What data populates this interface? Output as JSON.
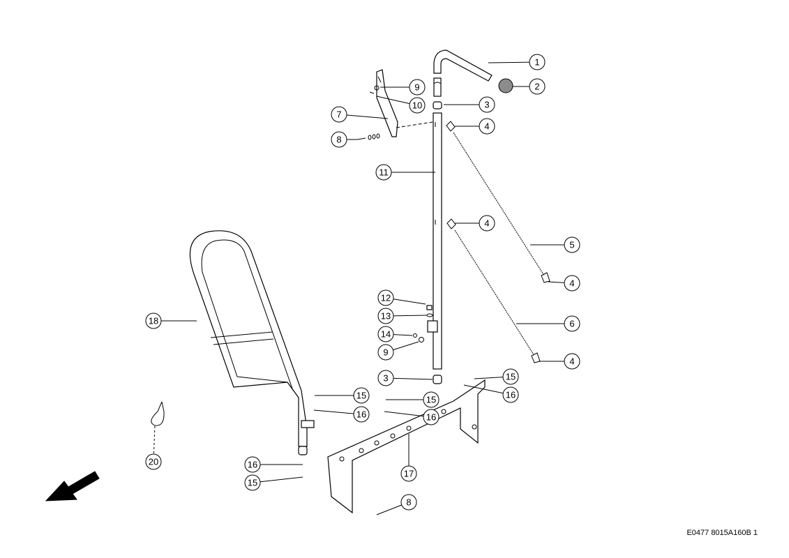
{
  "diagram": {
    "drawing_code": "E0477 8015A160B 1",
    "callouts": [
      "1",
      "2",
      "3",
      "4",
      "9",
      "10",
      "7",
      "8",
      "11",
      "4",
      "5",
      "4",
      "12",
      "13",
      "14",
      "9",
      "6",
      "4",
      "3",
      "15",
      "16",
      "18",
      "15",
      "16",
      "15",
      "16",
      "17",
      "20",
      "16",
      "15",
      "8"
    ]
  }
}
